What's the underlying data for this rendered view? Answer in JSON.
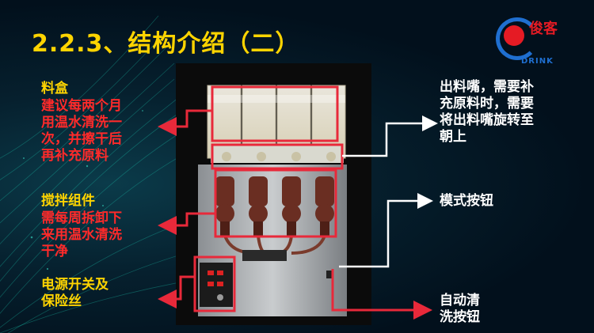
{
  "title": "2.2.3、结构介绍（二）",
  "logo": {
    "cn": "俊客",
    "en": "DRINK"
  },
  "annotations": {
    "box": {
      "heading": "料盒",
      "lines": [
        "建议每两个月",
        "用温水清洗一",
        "次，并擦干后",
        "再补充原料"
      ]
    },
    "mixer": {
      "heading": "搅拌组件",
      "lines": [
        "需每周拆卸下",
        "来用温水清洗",
        "干净"
      ]
    },
    "power": {
      "lines": [
        "电源开关及",
        "保险丝"
      ]
    },
    "spout": {
      "lines": [
        "出料嘴，需要补",
        "充原料时，需要",
        "将出料嘴旋转至",
        "朝上"
      ]
    },
    "mode": {
      "label": "模式按钮"
    },
    "auto": {
      "lines": [
        "自动清",
        "洗按钮"
      ]
    }
  },
  "colors": {
    "accent_yellow": "#ffd400",
    "accent_red": "#ff2a2a",
    "frame_red": "#e8293a"
  }
}
